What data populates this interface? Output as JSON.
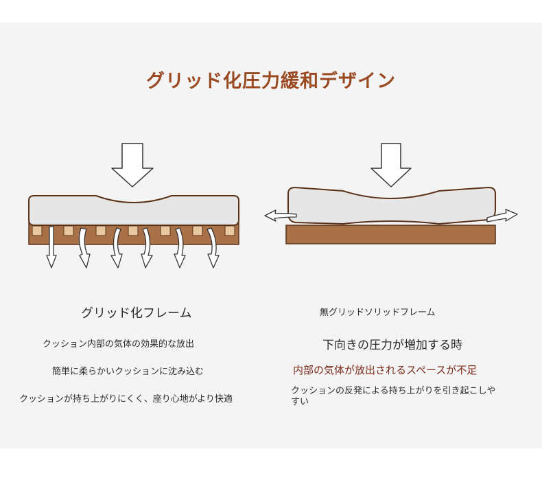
{
  "title": "グリッド化圧力緩和デザイン",
  "left": {
    "heading": "グリッド化フレーム",
    "lines": [
      "クッション内部の気体の効果的な放出",
      "簡単に柔らかいクッションに沈み込む",
      "クッションが持ち上がりにくく、座り心地がより快適"
    ]
  },
  "right": {
    "heading": "無グリッドソリッドフレーム",
    "lines": [
      "下向きの圧力が増加する時",
      "内部の気体が放出されるスペースが不足",
      "クッションの反発による持ち上がりを引き起こしやすい"
    ]
  },
  "colors": {
    "title": "#9a4a22",
    "cushion": "#e6e6e6",
    "outline": "#5a3218",
    "frame": "#a87148",
    "warning": "#7a2b1c"
  }
}
